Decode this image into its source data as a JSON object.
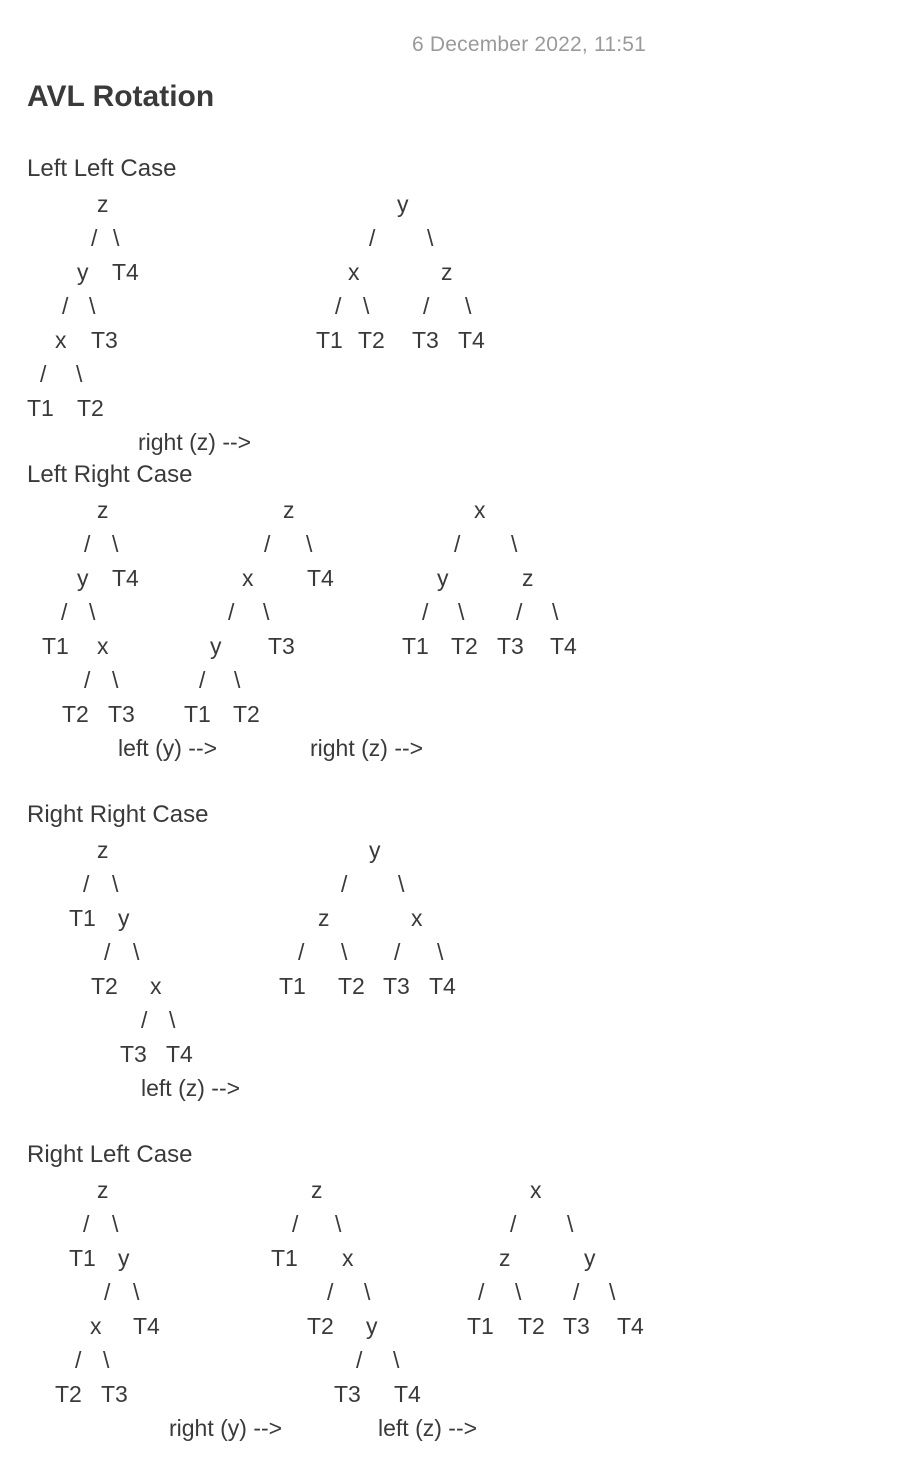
{
  "note": {
    "timestamp": "6 December 2022, 11:51",
    "title": "AVL Rotation"
  },
  "sections": [
    {
      "heading": "Left Left Case",
      "trees": [
        [
          "z",
          "/",
          "\\",
          "y",
          "T4",
          "/",
          "\\",
          "x",
          "T3",
          "/",
          "\\",
          "T1",
          "T2"
        ],
        [
          "y",
          "/",
          "\\",
          "x",
          "z",
          "/",
          "\\",
          "/",
          "\\",
          "T1",
          "T2",
          "T3",
          "T4"
        ]
      ],
      "rotations": [
        "right (z) -->"
      ]
    },
    {
      "heading": "Left Right Case",
      "trees": [
        [
          "z",
          "/",
          "\\",
          "y",
          "T4",
          "/",
          "\\",
          "T1",
          "x",
          "/",
          "\\",
          "T2",
          "T3"
        ],
        [
          "z",
          "/",
          "\\",
          "x",
          "T4",
          "/",
          "\\",
          "y",
          "T3",
          "/",
          "\\",
          "T1",
          "T2"
        ],
        [
          "x",
          "/",
          "\\",
          "y",
          "z",
          "/",
          "\\",
          "/",
          "\\",
          "T1",
          "T2",
          "T3",
          "T4"
        ]
      ],
      "rotations": [
        "left (y) -->",
        "right (z) -->"
      ]
    },
    {
      "heading": "Right Right Case",
      "trees": [
        [
          "z",
          "/",
          "\\",
          "T1",
          "y",
          "/",
          "\\",
          "T2",
          "x",
          "/",
          "\\",
          "T3",
          "T4"
        ],
        [
          "y",
          "/",
          "\\",
          "z",
          "x",
          "/",
          "\\",
          "/",
          "\\",
          "T1",
          "T2",
          "T3",
          "T4"
        ]
      ],
      "rotations": [
        "left (z) -->"
      ]
    },
    {
      "heading": "Right Left Case",
      "trees": [
        [
          "z",
          "/",
          "\\",
          "T1",
          "y",
          "/",
          "\\",
          "x",
          "T4",
          "/",
          "\\",
          "T2",
          "T3"
        ],
        [
          "z",
          "/",
          "\\",
          "T1",
          "x",
          "/",
          "\\",
          "T2",
          "y",
          "/",
          "\\",
          "T3",
          "T4"
        ],
        [
          "x",
          "/",
          "\\",
          "z",
          "y",
          "/",
          "\\",
          "/",
          "\\",
          "T1",
          "T2",
          "T3",
          "T4"
        ]
      ],
      "rotations": [
        "right (y) -->",
        "left (z) -->"
      ]
    }
  ]
}
